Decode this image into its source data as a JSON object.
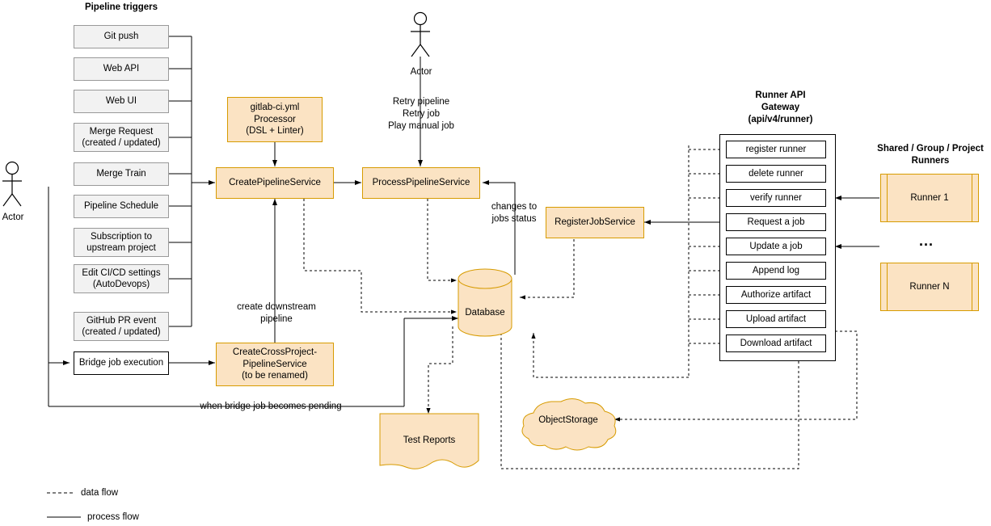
{
  "diagram": {
    "title_pipeline_triggers": "Pipeline triggers",
    "actor_left_label": "Actor",
    "actor_top_label": "Actor",
    "triggers": [
      {
        "label": "Git push"
      },
      {
        "label": "Web API"
      },
      {
        "label": "Web UI"
      },
      {
        "label": "Merge Request\n(created / updated)"
      },
      {
        "label": "Merge Train"
      },
      {
        "label": "Pipeline Schedule"
      },
      {
        "label": "Subscription to\nupstream project"
      },
      {
        "label": "Edit CI/CD settings\n(AutoDevops)"
      },
      {
        "label": "GitHub PR event\n(created / updated)"
      },
      {
        "label": "Bridge job execution"
      }
    ],
    "services": {
      "yml_processor": "gitlab-ci.yml\nProcessor\n(DSL + Linter)",
      "create_pipeline": "CreatePipelineService",
      "process_pipeline": "ProcessPipelineService",
      "register_job": "RegisterJobService",
      "cross_project": "CreateCrossProject-\nPipelineService\n(to be renamed)",
      "database": "Database",
      "test_reports": "Test Reports",
      "object_storage": "ObjectStorage"
    },
    "edge_labels": {
      "retry_pipeline": "Retry pipeline\nRetry job\nPlay manual job",
      "changes_to_jobs_status": "changes to\njobs status",
      "create_downstream": "create downstream\npipeline",
      "bridge_pending": "when bridge job becomes pending"
    },
    "gateway": {
      "title": "Runner API\nGateway\n(api/v4/runner)",
      "endpoints": [
        {
          "label": "register runner"
        },
        {
          "label": "delete runner"
        },
        {
          "label": "verify runner"
        },
        {
          "label": "Request a job"
        },
        {
          "label": "Update a job"
        },
        {
          "label": "Append log"
        },
        {
          "label": "Authorize artifact"
        },
        {
          "label": "Upload artifact"
        },
        {
          "label": "Download artifact"
        }
      ]
    },
    "runners": {
      "title": "Shared / Group / Project\nRunners",
      "items": [
        {
          "label": "Runner 1"
        },
        {
          "label": "Runner N"
        }
      ],
      "ellipsis": "..."
    },
    "legend": [
      {
        "label": "data flow",
        "style": "dashed"
      },
      {
        "label": "process flow",
        "style": "solid"
      }
    ],
    "colors": {
      "orange_fill": "#fbe3c3",
      "orange_stroke": "#d79b00",
      "grey_fill": "#f2f2f2",
      "grey_stroke": "#999999",
      "stroke": "#000000"
    }
  }
}
